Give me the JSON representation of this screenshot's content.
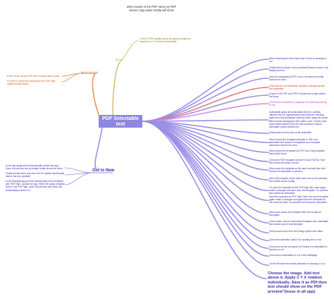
{
  "header": {
    "line1": "when export in the PDF same as PDF",
    "line2": "viewer copy paste tooltip will show"
  },
  "central": {
    "label": "PDF Selectable text"
  },
  "branches": {
    "top_date": {
      "label": "03.15"
    },
    "top_date_note": {
      "text": "In the 03 PDF quality export all options tooltip text should be on 10 should functionality"
    },
    "left_date": {
      "label": "08 13.14.15.16"
    },
    "left_notes": [
      {
        "text": "In the 03 for normal PDF text correctly with no bold",
        "color": "#c25b1d"
      },
      {
        "text": "For the 03 should be exporting in the PDF high quality should shown",
        "color": "#c25b1d"
      }
    ],
    "old_to_new": {
      "label": "Old to New"
    },
    "old_notes": [
      {
        "text": "In old app apply all text functionality update the app. Open the preview box by design tooltip should be show"
      },
      {
        "text": "Tooltip should show only from the 0D update functionality data in the new updated"
      },
      {
        "text": "In old template apply all text functionality in the template with PDF High. Update the app. When the apply template there in the PDF high. Open the preview and check the functionality is there in 3"
      }
    ]
  },
  "right_items": [
    {
      "text": "When selecting the text check that Cursor is showing or not",
      "color": "#3a2fa8"
    },
    {
      "text": "Tooltip will be shown on the preview(Structure screen, My design screen)",
      "color": "#3a2fa8"
    },
    {
      "text": "Save the template by PDF Low or normal then tooltip should not show",
      "color": "#3a2fa8"
    },
    {
      "text": "Grey text are not selectable. Shadow or image will are not selectable",
      "color": "#d0342c"
    },
    {
      "text": "Export in the PDF and JPEG format then tooltip should not show",
      "color": "#3a2fa8"
    },
    {
      "text": "Check all text properly by applying it in working properly or not",
      "color": "#c23ac9"
    },
    {
      "text": "Individually apply all functionality like font, position, different font for capital feature and Shadow. Identical apart from font paragraph spacing When apply the option Blend render background left outline color. Curved outer some Rated detail of the text then preview it should selectable copied default text",
      "color": "#3a2fa8"
    },
    {
      "text": "Placeholder text should not be selectable",
      "color": "#3a2fa8"
    },
    {
      "text": "When export the template template in PDF and selectable text feature is integrated from template dimension should not show",
      "color": "#3a2fa8"
    },
    {
      "text": "When export the template as PDF Non Copy template text should show",
      "color": "#3a2fa8"
    },
    {
      "text": "Check the PDF template normal HD and Full HD Then text should be shown correct",
      "color": "#3a2fa8"
    },
    {
      "text": "When save the template as file same as draft then text should not selectable or preview",
      "color": "#3a2fa8"
    },
    {
      "text": "when the template as the draft save from on the preview text should shown tooltip",
      "color": "#3a2fa8"
    },
    {
      "text": "On save the template as the PDF high then open again make a changes and auto save the template. On preview text should be selectable",
      "color": "#3a2fa8"
    },
    {
      "text": "Save the template as PDF High Open the saved template again make a changes and again save the template as the same As Draft. On preview text should be selectable",
      "color": "#3a2fa8"
    },
    {
      "text": "When auto-resize the template then text should be selectable",
      "color": "#3a2fa8"
    },
    {
      "text": "Check when choose multi-select template then selectable text should work in that template",
      "color": "#3a2fa8"
    },
    {
      "text": "Check team move from the Design option and editor",
      "color": "#3a2fa8"
    },
    {
      "text": "Check the animation option it is working fine or not",
      "color": "#3a2fa8"
    },
    {
      "text": "Check text as text as visual on Preview it is selectable in preview or not",
      "color": "#3a2fa8"
    },
    {
      "text": "Check text is selectable or not in the Multipage",
      "color": "#3a2fa8"
    },
    {
      "text": "On the Branded text check selection is showing or not",
      "color": "#3a2fa8"
    }
  ],
  "big_note": {
    "text": "Choose the image. Add text above it. Apply Z Y X rotation individually. Save it as PDf then text should show on the PDF preview\"(issue in all app)"
  },
  "colors": {
    "central_fill": "#8f86e0",
    "branch_purple": "#9a90e6",
    "branch_orange": "#e28a4a",
    "branch_olive": "#c8b24a",
    "branch_magenta": "#d98ae0"
  }
}
